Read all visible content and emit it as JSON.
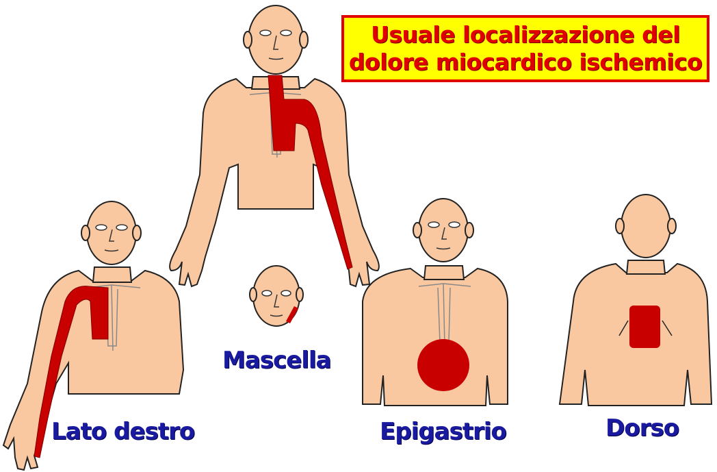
{
  "title": {
    "line1": "Usuale localizzazione del",
    "line2": "dolore miocardico ischemico"
  },
  "labels": {
    "jaw": "Mascella",
    "right_side": "Lato destro",
    "epigastric": "Epigastrio",
    "back": "Dorso"
  },
  "colors": {
    "skin": "#fac8a0",
    "outline": "#222222",
    "pain": "#c80000",
    "title_bg": "#ffff00",
    "title_text": "#e00000",
    "label_text": "#1a1aa0"
  }
}
